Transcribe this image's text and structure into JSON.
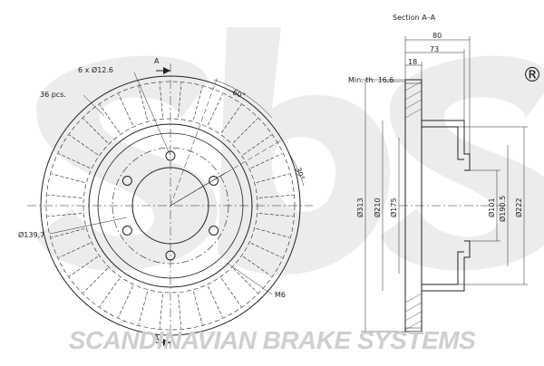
{
  "brand": {
    "logo_text": "sbs",
    "registered_mark": "®",
    "footer": "SCANDINAVIAN BRAKE SYSTEMS",
    "watermark_color": "#d6d6d6"
  },
  "front_view": {
    "bolt_holes": "6 x Ø12.6",
    "vanes": "36 pcs.",
    "angle_60": "60°",
    "angle_30": "30°",
    "pcd": "Ø139,7",
    "thread": "M6",
    "section_marker_top": "A",
    "section_marker_bottom": "A"
  },
  "section_view": {
    "title": "Section A–A",
    "width_80": "80",
    "width_73": "73",
    "width_18": "18",
    "min_thickness": "Min. th. 16.6",
    "dia_313": "Ø313",
    "dia_210": "Ø210",
    "dia_175": "Ø175",
    "dia_101": "Ø101",
    "dia_190_5": "Ø190.5",
    "dia_222": "Ø222"
  }
}
